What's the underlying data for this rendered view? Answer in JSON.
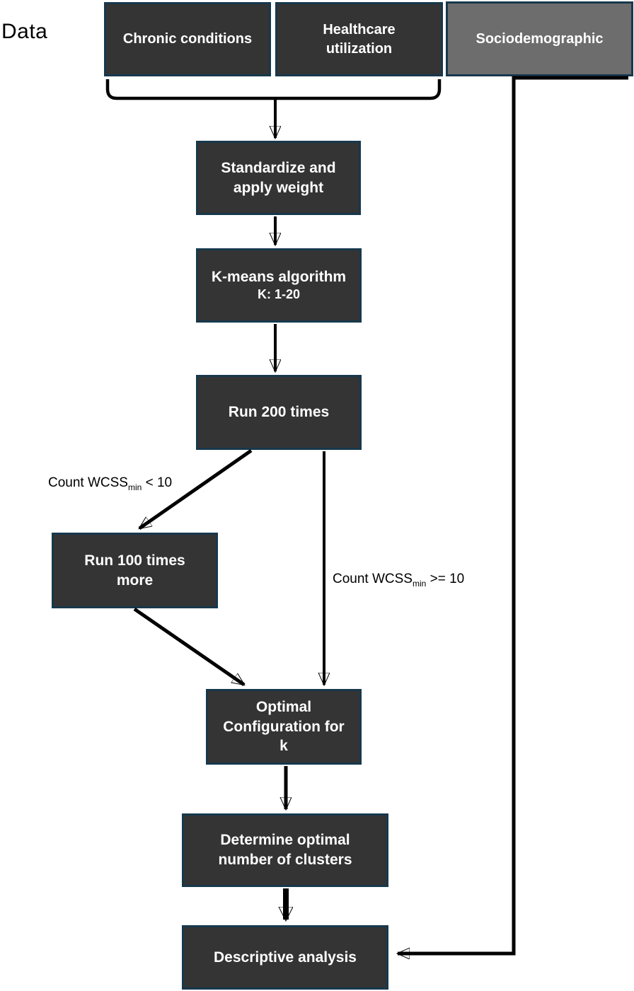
{
  "diagram": {
    "data_label": "Data",
    "nodes": {
      "chronic": {
        "lines": [
          "Chronic conditions"
        ]
      },
      "healthcare": {
        "lines": [
          "Healthcare",
          "utilization"
        ]
      },
      "socio": {
        "lines": [
          "Sociodemographic"
        ]
      },
      "standardize": {
        "lines": [
          "Standardize and",
          "apply weight"
        ]
      },
      "kmeans": {
        "lines": [
          "K-means algorithm",
          "K: 1-20"
        ]
      },
      "run200": {
        "lines": [
          "Run 200 times"
        ]
      },
      "run100": {
        "lines": [
          "Run 100 times",
          "more"
        ]
      },
      "optimal": {
        "lines": [
          "Optimal",
          "Configuration for",
          "k"
        ]
      },
      "determine": {
        "lines": [
          "Determine optimal",
          "number of clusters"
        ]
      },
      "descriptive": {
        "lines": [
          "Descriptive analysis"
        ]
      }
    },
    "edge_labels": {
      "lt10": {
        "pre": "Count WCSS",
        "sub": "min",
        "post": " < 10"
      },
      "ge10": {
        "pre": "Count WCSS",
        "sub": "min",
        "post": " >= 10"
      }
    },
    "colors": {
      "node_fill_dark": "#343434",
      "node_fill_gray": "#6d6d6d",
      "node_border": "#17384c",
      "node_text": "#ffffff",
      "line": "#000000",
      "label_text": "#000000",
      "background": "#ffffff"
    }
  }
}
